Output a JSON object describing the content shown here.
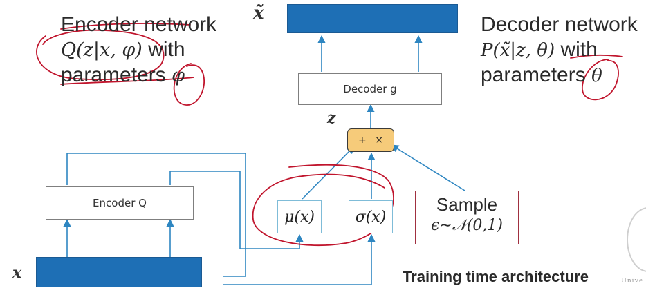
{
  "encoder_text": {
    "line1": "Encoder network",
    "line2_formula": "Q(z|x, φ)",
    "line2_suffix": "with",
    "line3_prefix": "parameters",
    "line3_symbol": "φ"
  },
  "decoder_text": {
    "line1": "Decoder network",
    "line2_formula": "P(x̃|z, θ)",
    "line2_suffix": "with",
    "line3_prefix": "parameters",
    "line3_symbol": "θ"
  },
  "nodes": {
    "x_tilde_label": "x̃",
    "decoder_label": "Decoder g",
    "z_label": "z",
    "combine_label": "+ ×",
    "encoder_label": "Encoder Q",
    "mu_label": "μ(x)",
    "sigma_label": "σ(x)",
    "sample_line1": "Sample",
    "sample_line2": "ϵ∼𝒩(0,1)",
    "x_label": "x"
  },
  "caption": "Training time architecture",
  "footer_fragment": "Unive",
  "colors": {
    "arrow": "#2e86c1",
    "bar": "#1e6fb5",
    "annotation": "#c0142c",
    "combine_fill": "#f6cb7a",
    "sample_border": "#a03040",
    "mu_border": "#7fbcd8"
  }
}
